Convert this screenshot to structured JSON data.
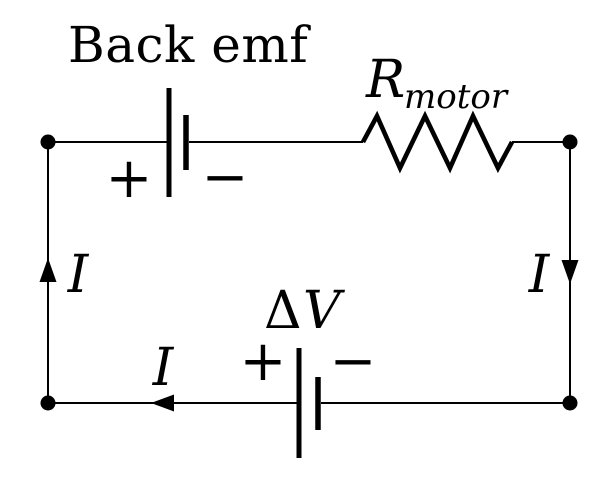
{
  "diagram": {
    "type": "circuit-schematic",
    "description_visible_components": [
      "back-emf battery",
      "motor resistor",
      "voltage source",
      "current arrows"
    ],
    "labels": {
      "back_emf": "Back emf",
      "resistor_symbol": "R",
      "resistor_subscript": "motor",
      "source_delta": "Δ",
      "source_v": "V",
      "current_left": "I",
      "current_right": "I",
      "current_bottom": "I",
      "back_emf_plus": "+",
      "back_emf_minus": "−",
      "source_plus": "+",
      "source_minus": "−"
    },
    "colors": {
      "line": "#000000",
      "background": "#ffffff"
    }
  }
}
